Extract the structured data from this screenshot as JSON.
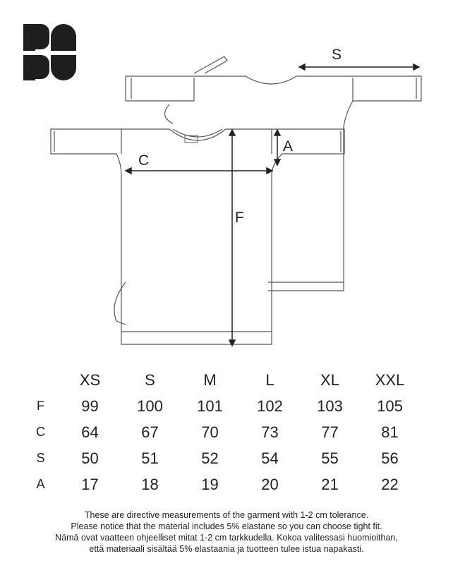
{
  "logo": {
    "text": "PAPU"
  },
  "diagram": {
    "labels": {
      "s": "S",
      "a": "A",
      "c": "C",
      "f": "F"
    }
  },
  "size_table": {
    "sizes": [
      "XS",
      "S",
      "M",
      "L",
      "XL",
      "XXL"
    ],
    "rows": [
      {
        "label": "F",
        "values": [
          "99",
          "100",
          "101",
          "102",
          "103",
          "105"
        ]
      },
      {
        "label": "C",
        "values": [
          "64",
          "67",
          "70",
          "73",
          "77",
          "81"
        ]
      },
      {
        "label": "S",
        "values": [
          "50",
          "51",
          "52",
          "54",
          "55",
          "56"
        ]
      },
      {
        "label": "A",
        "values": [
          "17",
          "18",
          "19",
          "20",
          "21",
          "22"
        ]
      }
    ]
  },
  "notes": [
    "These are directive measurements of the garment with 1-2 cm tolerance.",
    "Please notice that the material includes 5% elastane so you can choose tight fit.",
    "Nämä ovat vaatteen ohjeelliset mitat 1-2 cm tarkkudella. Kokoa valitessasi huomioithan,",
    "että materiaali sisältää 5% elastaania  ja tuotteen tulee istua napakasti."
  ]
}
